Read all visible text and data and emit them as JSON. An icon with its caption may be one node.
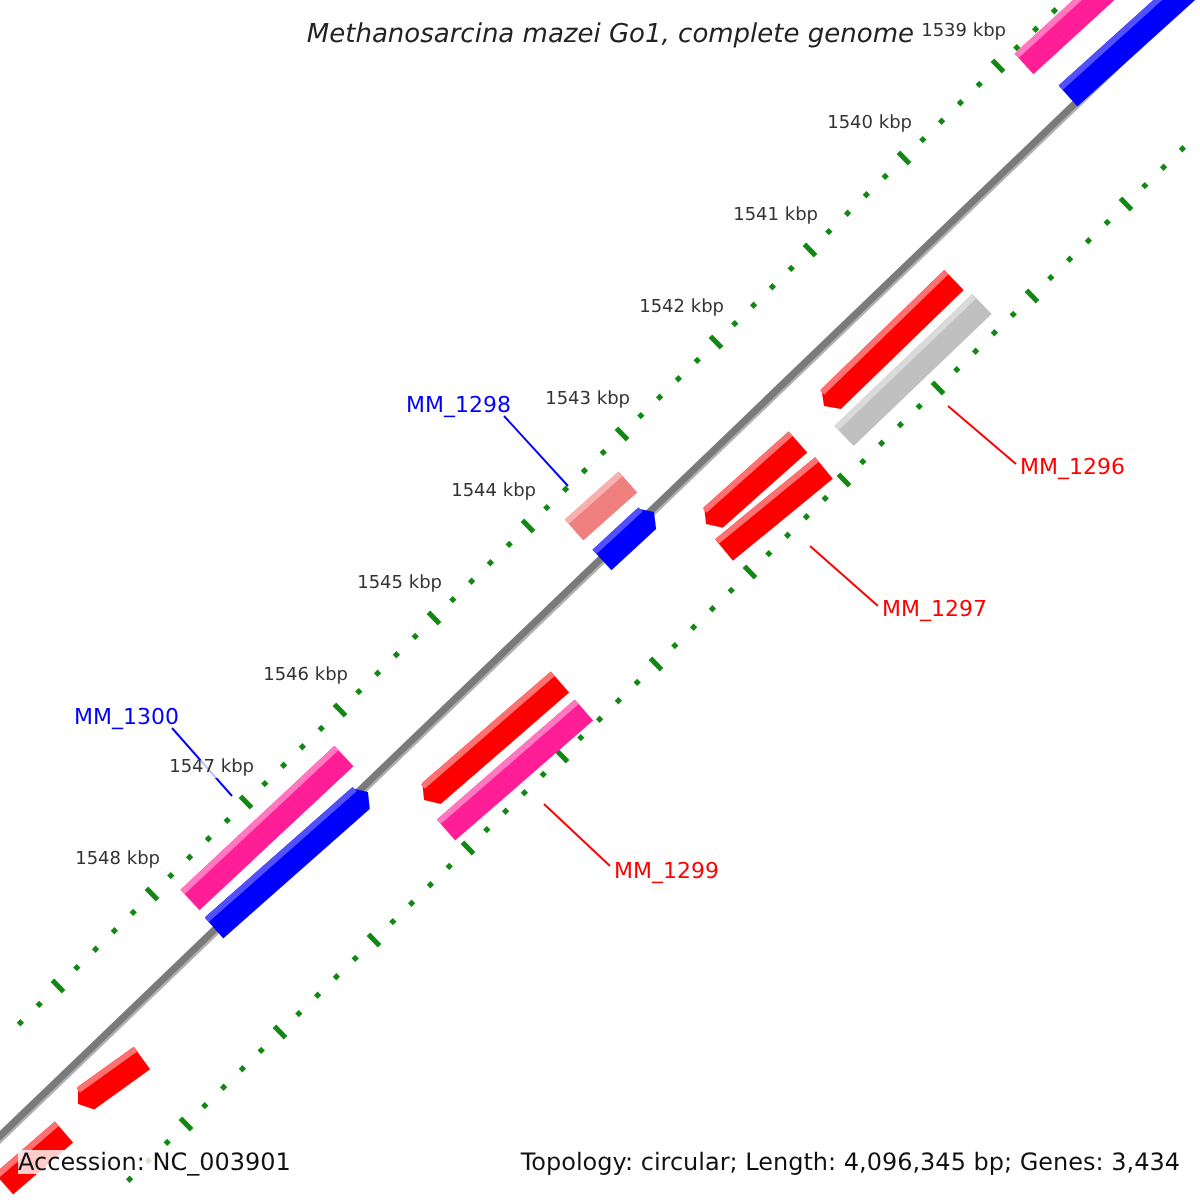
{
  "diagram": {
    "title": "Methanosarcina mazei Go1, complete genome",
    "nodes": [
      {
        "text": [
          "MM_1298"
        ]
      },
      {
        "text": [],
        "shape": "bar"
      },
      {
        "text": [
          "MM_1300"
        ]
      },
      {
        "text": [],
        "shape": "bar"
      },
      {
        "text": [
          "MM_1296"
        ]
      },
      {
        "text": [],
        "shape": "bar"
      },
      {
        "text": [
          "MM_1297"
        ]
      },
      {
        "text": [],
        "shape": "bar"
      },
      {
        "text": [
          "MM_1299"
        ]
      },
      {
        "text": [],
        "shape": "bar"
      }
    ],
    "edges": [
      {
        "from": 0,
        "to": 1,
        "arrow": "none",
        "color": "#0000ff"
      },
      {
        "from": 2,
        "to": 3,
        "arrow": "none",
        "color": "#0000ff"
      },
      {
        "from": 4,
        "to": 5,
        "arrow": "none"
      },
      {
        "from": 6,
        "to": 7,
        "arrow": "none"
      },
      {
        "from": 8,
        "to": 9,
        "arrow": "none"
      }
    ],
    "labels": [
      "1539 kbp",
      "1540 kbp",
      "1541 kbp",
      "1542 kbp",
      "1543 kbp",
      "1544 kbp",
      "1545 kbp",
      "1546 kbp",
      "1547 kbp",
      "1548 kbp",
      "Accession: NC_003901",
      "Topology: circular; Length: 4,096,345 bp; Genes: 3,434"
    ]
  }
}
